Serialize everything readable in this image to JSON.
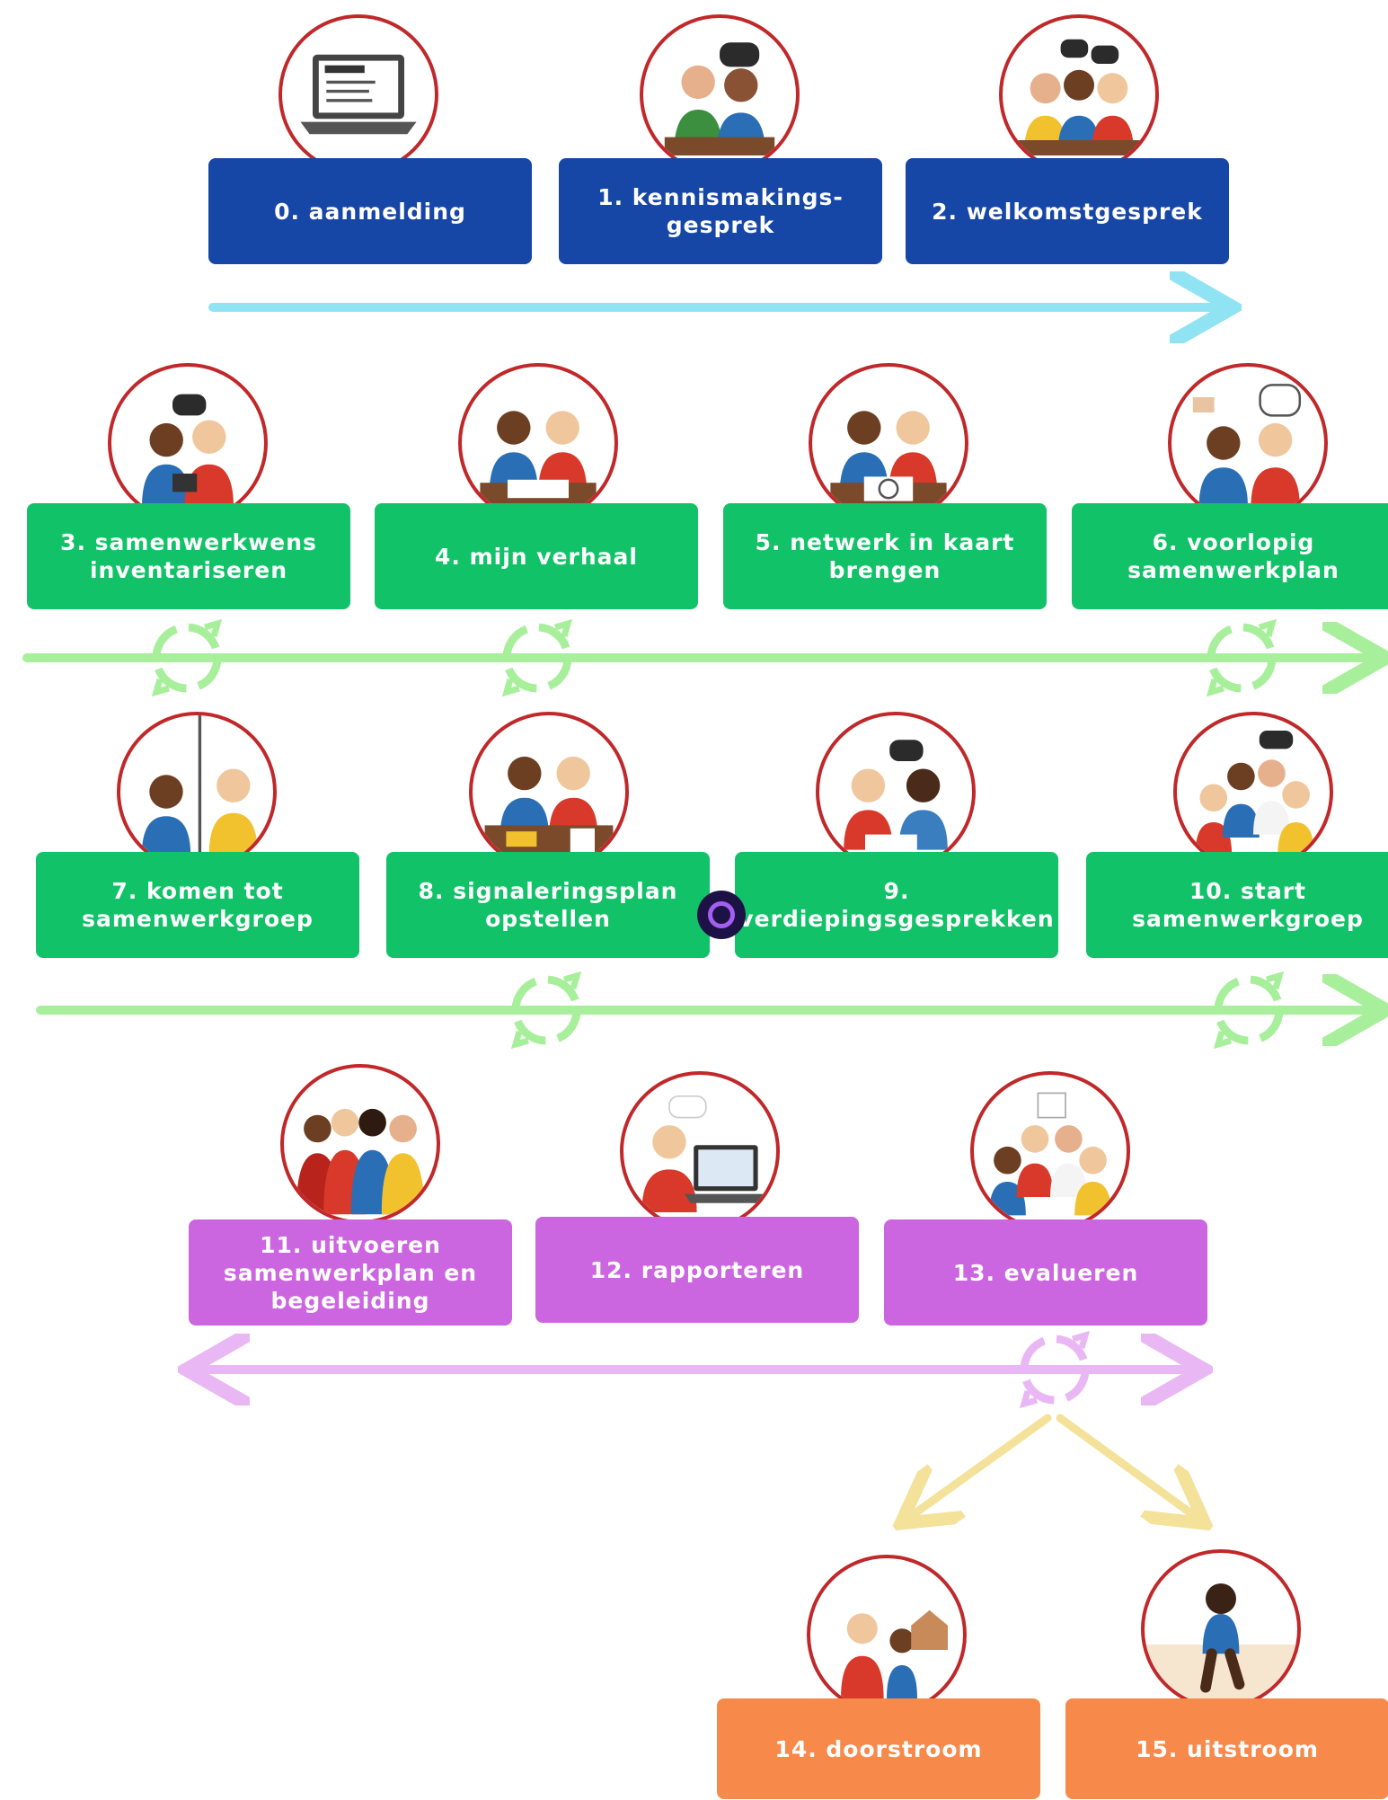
{
  "colors": {
    "intake": "#1646a6",
    "collaboration": "#12c268",
    "execution": "#cc66e0",
    "exit": "#f7894a",
    "flow_light_blue": "#8fe3f2",
    "flow_light_green": "#a7ef9a",
    "flow_light_purple": "#e9b8f4",
    "flow_light_yellow": "#f4e29a",
    "circle_border": "#c0282a"
  },
  "steps": [
    {
      "label": "0. aanmelding",
      "illustration": "laptop-registration-icon"
    },
    {
      "label": "1. kennismakings-\ngesprek",
      "illustration": "two-people-talking-icon"
    },
    {
      "label": "2. welkomstgesprek",
      "illustration": "three-people-meeting-icon"
    },
    {
      "label": "3. samenwerkwens\ninventariseren",
      "illustration": "two-people-tablet-icon"
    },
    {
      "label": "4. mijn verhaal",
      "illustration": "two-people-drawing-icon"
    },
    {
      "label": "5. netwerk in kaart\nbrengen",
      "illustration": "network-map-icon"
    },
    {
      "label": "6. voorlopig\nsamenwerkplan",
      "illustration": "planning-conversation-icon"
    },
    {
      "label": "7. komen tot\nsamenwerkgroep",
      "illustration": "video-call-icon"
    },
    {
      "label": "8. signaleringsplan\nopstellen",
      "illustration": "signal-plan-icon"
    },
    {
      "label": "9.\nverdiepingsgesprekken",
      "illustration": "in-depth-conversation-icon"
    },
    {
      "label": "10. start\nsamenwerkgroep",
      "illustration": "group-meeting-icon"
    },
    {
      "label": "11. uitvoeren\nsamenwerkplan en\nbegeleiding",
      "illustration": "crowd-icon"
    },
    {
      "label": "12. rapporteren",
      "illustration": "reporting-laptop-icon"
    },
    {
      "label": "13. evalueren",
      "illustration": "evaluation-meeting-icon"
    },
    {
      "label": "14. doorstroom",
      "illustration": "moving-on-icon"
    },
    {
      "label": "15. uitstroom",
      "illustration": "walking-away-icon"
    }
  ]
}
